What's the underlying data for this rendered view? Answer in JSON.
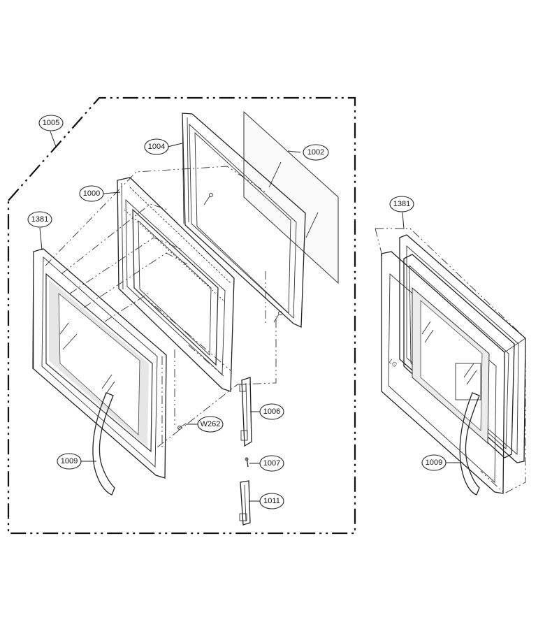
{
  "callouts": {
    "c1005": "1005",
    "c1004": "1004",
    "c1002": "1002",
    "c1000": "1000",
    "c1381_left": "1381",
    "c1381_right": "1381",
    "c1006": "1006",
    "cW262": "W262",
    "c1007": "1007",
    "c1009_left": "1009",
    "c1009_right": "1009",
    "c1011": "1011"
  },
  "logo": "LG"
}
